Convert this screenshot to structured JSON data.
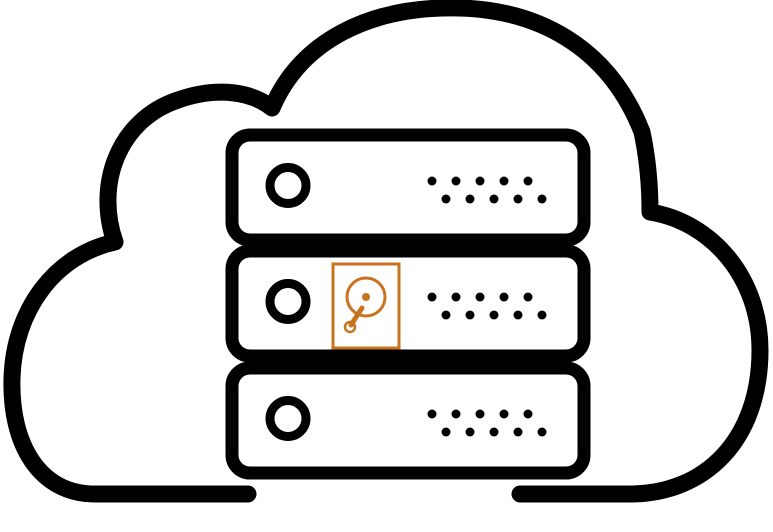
{
  "icon": {
    "subject": "cloud-server-icon",
    "stroke_color": "#000000",
    "fill_color": "#ffffff",
    "accent_color": "#c8741e",
    "server_units": [
      {
        "name": "server-unit-top"
      },
      {
        "name": "server-unit-middle",
        "accent": "hard-drive-icon"
      },
      {
        "name": "server-unit-bottom"
      }
    ]
  }
}
